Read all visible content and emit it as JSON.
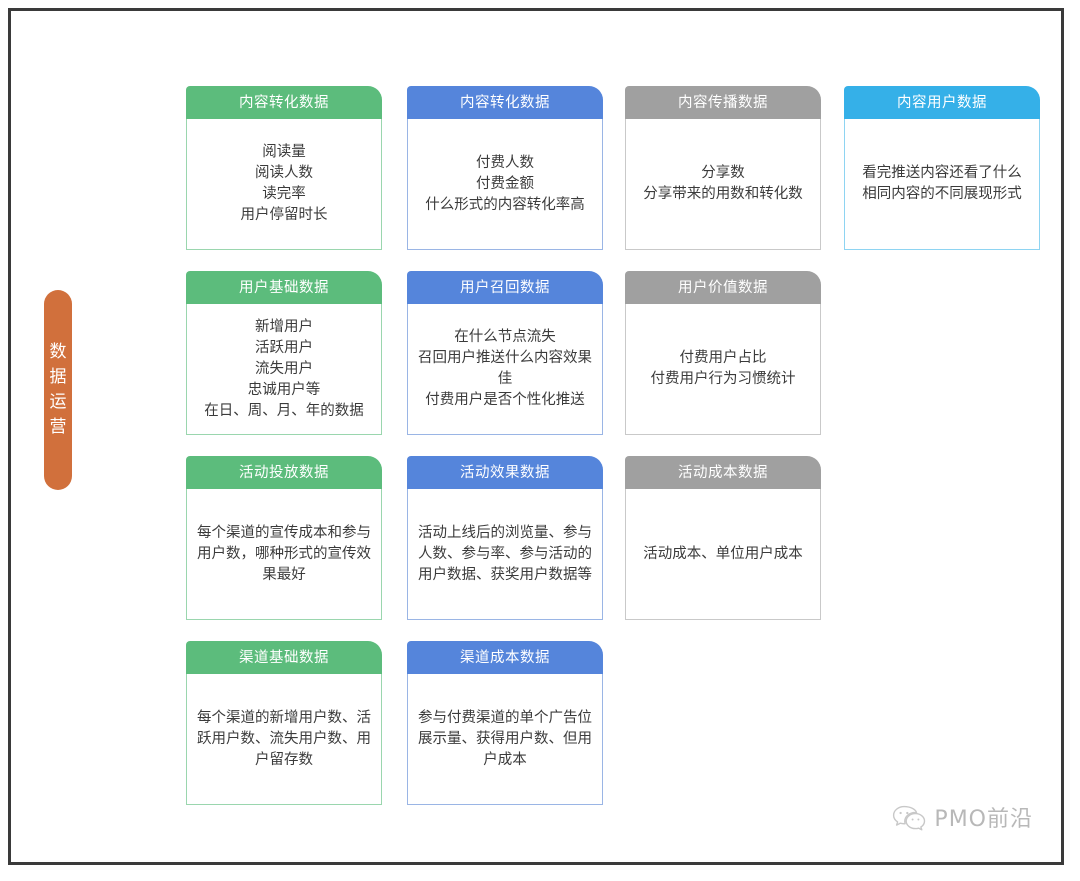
{
  "spine": {
    "label": "数\n据\n运\n营",
    "color": "#D1703C"
  },
  "theme_colors": {
    "green": "#5CBC7C",
    "blue": "#5585DB",
    "grey": "#A0A0A0",
    "cyan": "#35B0E8",
    "frame": "#3A3A3A",
    "body_text": "#3B3B3B"
  },
  "rows": [
    {
      "cards": [
        {
          "title": "内容转化数据",
          "theme": "green",
          "body": "阅读量\n阅读人数\n读完率\n用户停留时长"
        },
        {
          "title": "内容转化数据",
          "theme": "blue",
          "body": "付费人数\n付费金额\n什么形式的内容转化率高"
        },
        {
          "title": "内容传播数据",
          "theme": "grey",
          "body": "分享数\n分享带来的用数和转化数"
        },
        {
          "title": "内容用户数据",
          "theme": "cyan",
          "body": "看完推送内容还看了什么\n相同内容的不同展现形式"
        }
      ]
    },
    {
      "cards": [
        {
          "title": "用户基础数据",
          "theme": "green",
          "body": "新增用户\n活跃用户\n流失用户\n忠诚用户等\n在日、周、月、年的数据"
        },
        {
          "title": "用户召回数据",
          "theme": "blue",
          "body": "在什么节点流失\n召回用户推送什么内容效果佳\n付费用户是否个性化推送"
        },
        {
          "title": "用户价值数据",
          "theme": "grey",
          "body": "付费用户占比\n付费用户行为习惯统计"
        }
      ]
    },
    {
      "cards": [
        {
          "title": "活动投放数据",
          "theme": "green",
          "body": "每个渠道的宣传成本和参与用户数，哪种形式的宣传效果最好"
        },
        {
          "title": "活动效果数据",
          "theme": "blue",
          "body": "活动上线后的浏览量、参与人数、参与率、参与活动的用户数据、获奖用户数据等"
        },
        {
          "title": "活动成本数据",
          "theme": "grey",
          "body": "活动成本、单位用户成本"
        }
      ]
    },
    {
      "cards": [
        {
          "title": "渠道基础数据",
          "theme": "green",
          "body": "每个渠道的新增用户数、活跃用户数、流失用户数、用户留存数"
        },
        {
          "title": "渠道成本数据",
          "theme": "blue",
          "body": "参与付费渠道的单个广告位展示量、获得用户数、但用户成本"
        }
      ]
    }
  ],
  "watermark": {
    "icon": "wechat-icon",
    "text": "PMO前沿"
  }
}
